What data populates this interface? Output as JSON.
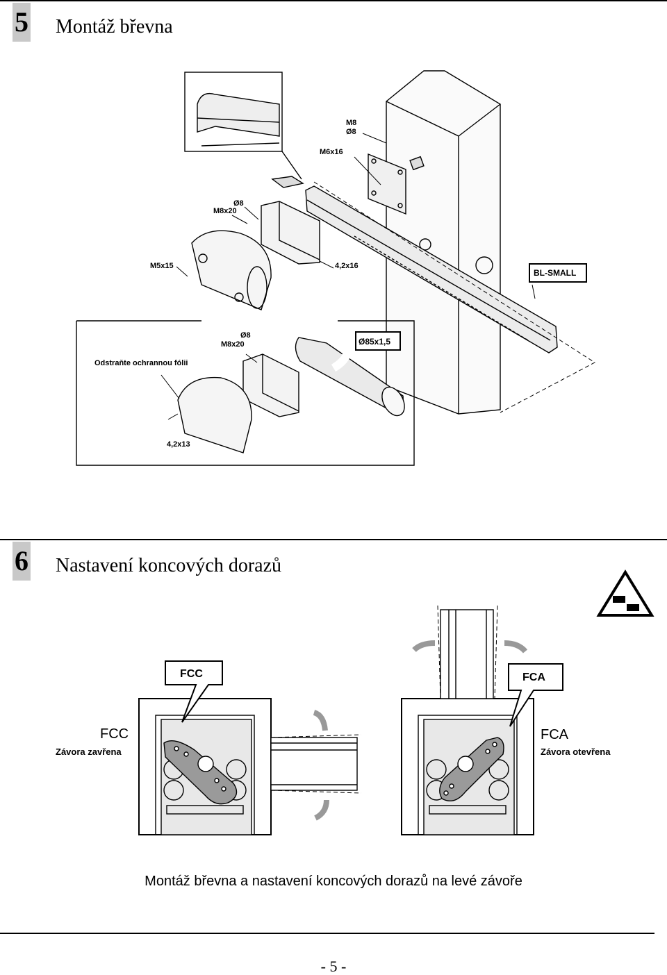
{
  "section5": {
    "number": "5",
    "title": "Montáž břevna"
  },
  "figure1": {
    "labels": {
      "m8": "M8",
      "d8_top": "Ø8",
      "m6x16": "M6x16",
      "d8_mid": "Ø8",
      "m8x20_mid": "M8x20",
      "m5x15": "M5x15",
      "screw_42x16": "4,2x16",
      "bl_small": "BL-SMALL",
      "d8_inset": "Ø8",
      "m8x20_inset": "M8x20",
      "remove_foil": "Odstraňte ochrannou fólii",
      "d85": "Ø85x1,5",
      "screw_42x13": "4,2x13"
    }
  },
  "section6": {
    "number": "6",
    "title": "Nastavení koncových dorazů"
  },
  "figure2": {
    "fcc_callout": "FCC",
    "fca_callout": "FCA",
    "fcc_label": "FCC",
    "fcc_sub": "Závora zavřena",
    "fca_label": "FCA",
    "fca_sub": "Závora otevřena"
  },
  "caption": "Montáž břevna a nastavení koncových dorazů na levé závoře",
  "page_number": "- 5 -"
}
